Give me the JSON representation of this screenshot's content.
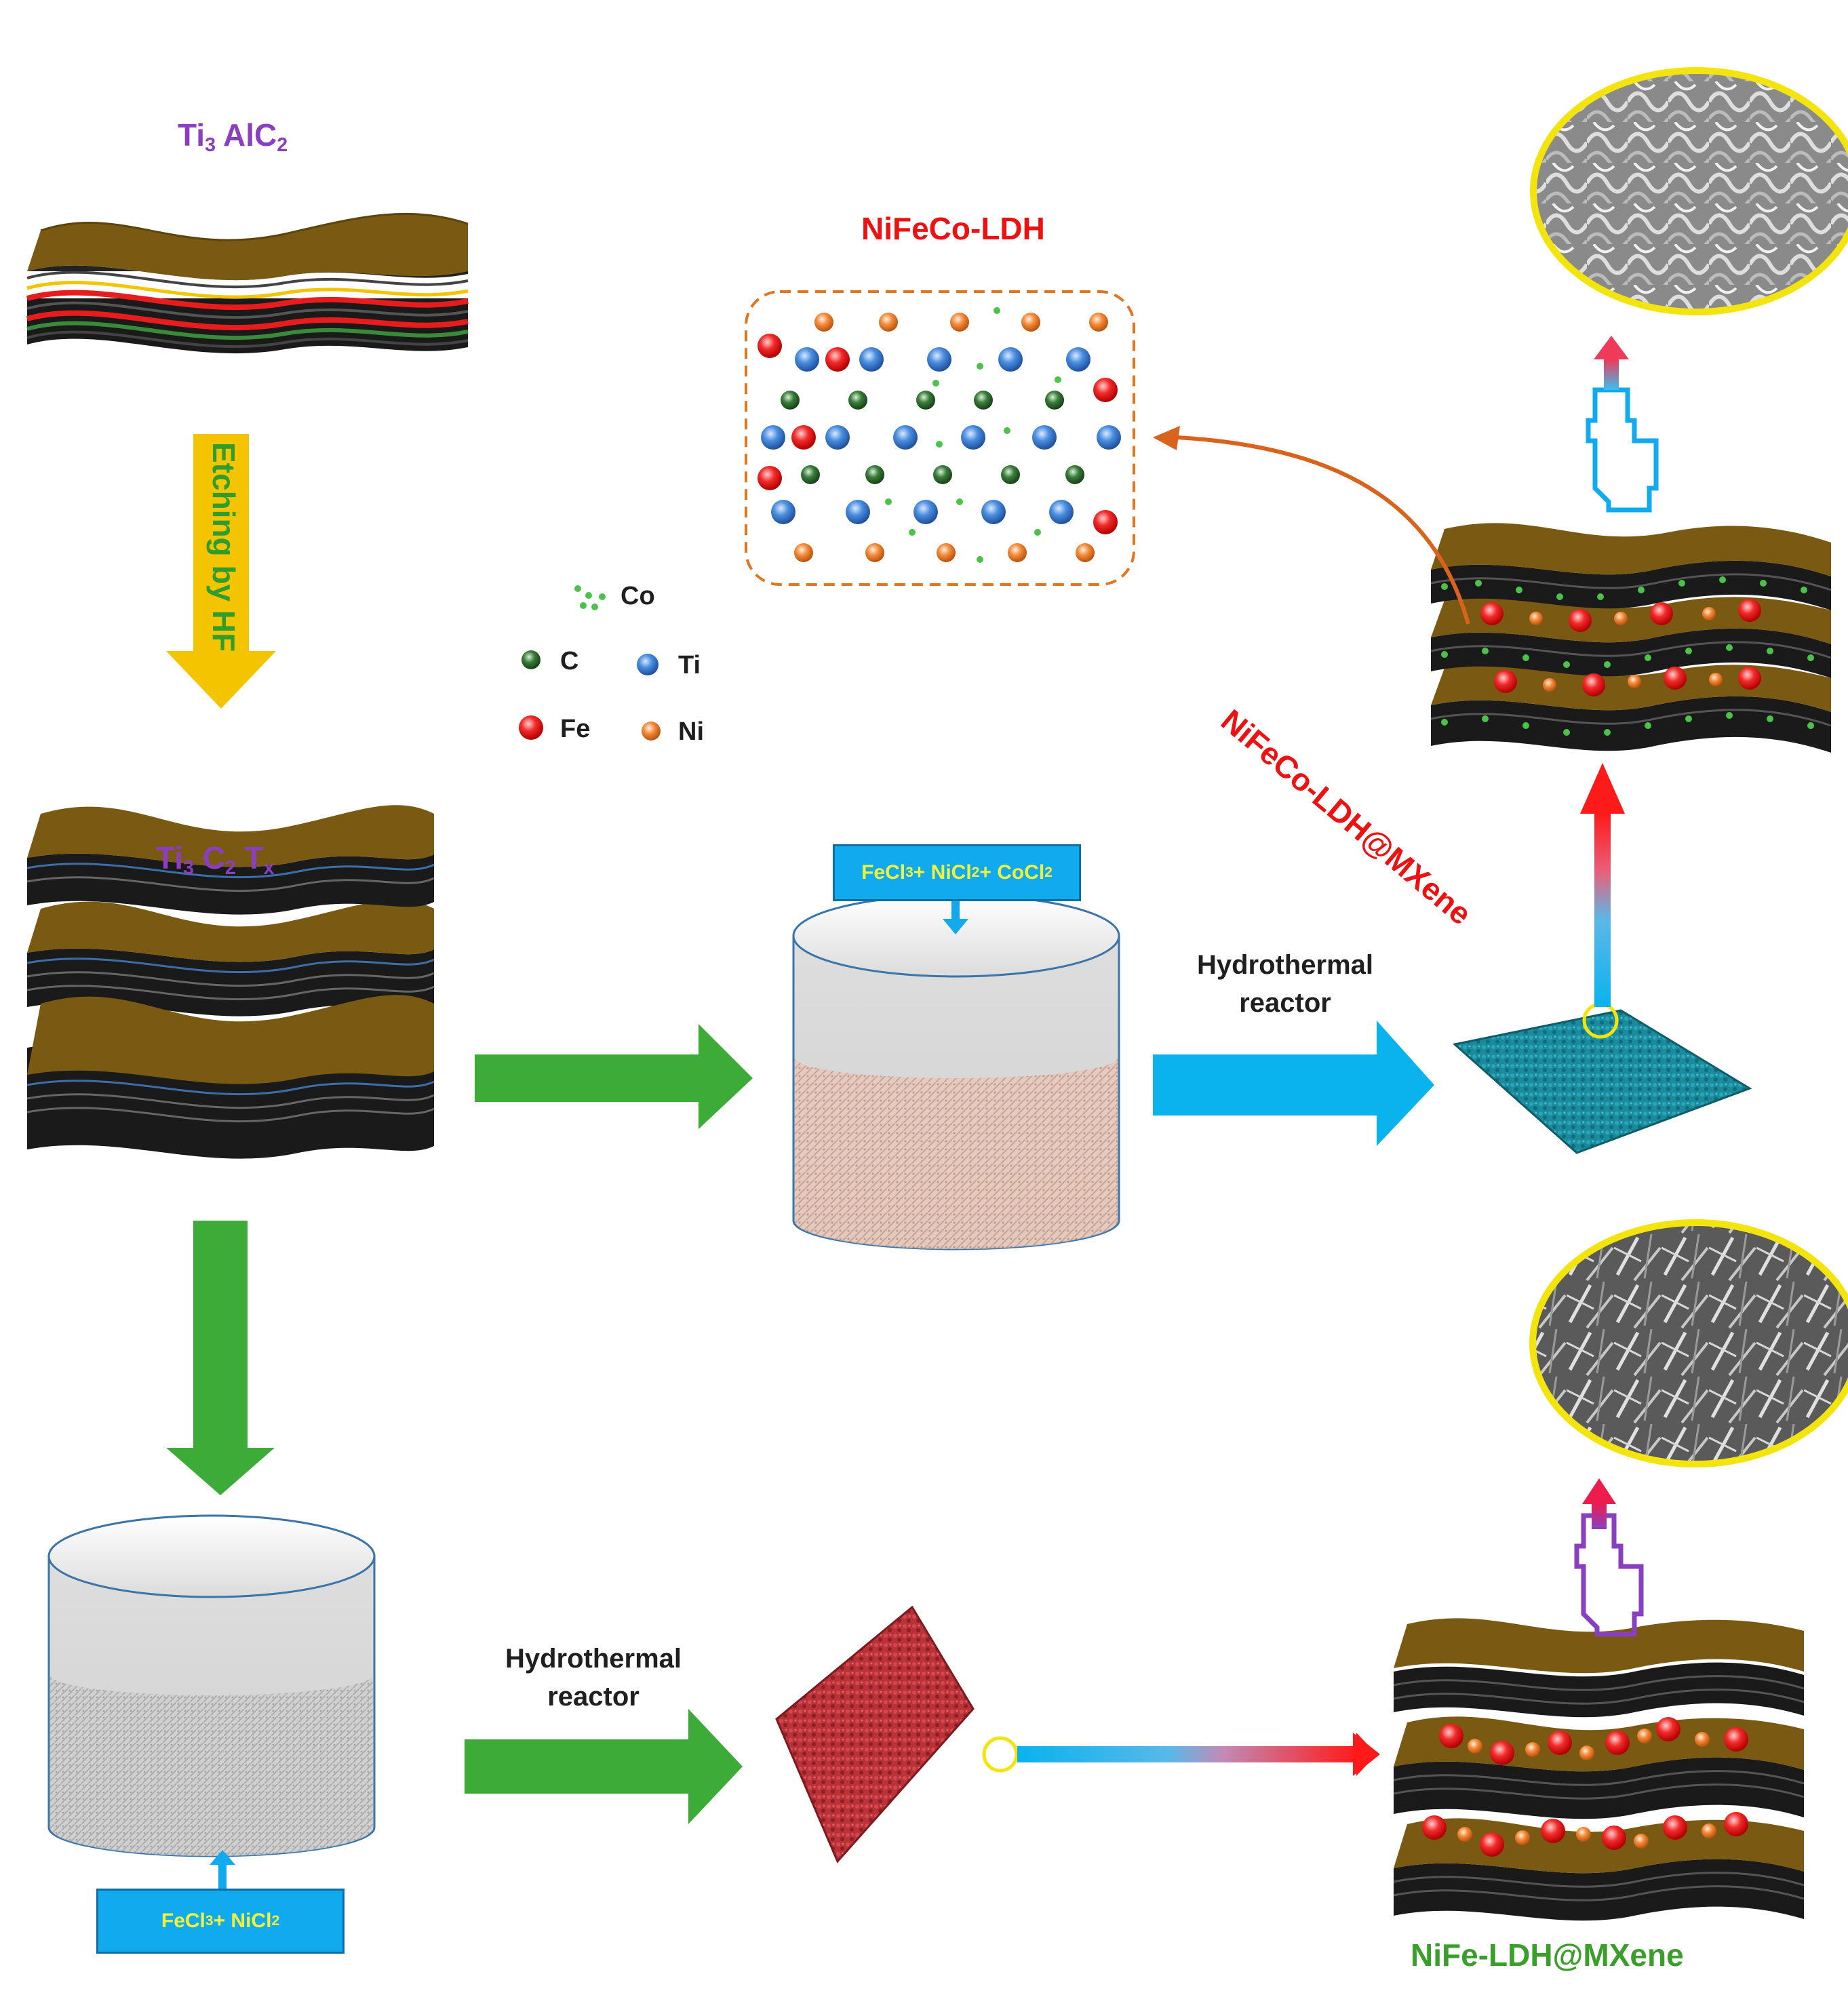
{
  "labels": {
    "ti3alc2": {
      "main": "Ti",
      "s1": "3",
      "mid": " AlC",
      "s2": "2"
    },
    "ti3c2tx": {
      "a": "Ti",
      "s1": "3",
      "b": " C",
      "s2": "2",
      "c": " T",
      "s3": "x"
    },
    "etching": "Etching by HF",
    "nifeco_ldh": "NiFeCo-LDH",
    "nifeco_mxene": "NiFeCo-LDH@MXene",
    "nife_mxene": "NiFe-LDH@MXene",
    "hydro1": {
      "line1": "Hydrothermal",
      "line2": "reactor"
    },
    "hydro2": {
      "line1": "Hydrothermal",
      "line2": "reactor"
    }
  },
  "reagents": {
    "top": {
      "a": "FeCl",
      "s1": "3",
      "b": " + NiCl",
      "s2": "2",
      "c": " + CoCl",
      "s3": "2"
    },
    "bottom": {
      "a": "FeCl",
      "s1": "3",
      "b": " + NiCl",
      "s2": "2"
    }
  },
  "legend": [
    {
      "icon": "co-dots-icon",
      "label": "Co"
    },
    {
      "icon": "c-atom-icon",
      "label": "C"
    },
    {
      "icon": "ti-atom-icon",
      "label": "Ti"
    },
    {
      "icon": "fe-atom-icon",
      "label": "Fe"
    },
    {
      "icon": "ni-atom-icon",
      "label": "Ni"
    }
  ],
  "colors": {
    "brown": "#7a5a12",
    "green_arrow": "#3dab38",
    "blue_arrow": "#0ab2ee",
    "yellow_arrow": "#f5c400",
    "fe": "#ee1c1c",
    "ti": "#3c7fd6",
    "c": "#2e6b2e",
    "ni": "#f07a2a",
    "co": "#4cc24a",
    "sem_ring": "#f2e40c",
    "foam_blue": "#1a8a9c",
    "foam_red": "#c0383c",
    "dashed_box": "#e0761f"
  }
}
